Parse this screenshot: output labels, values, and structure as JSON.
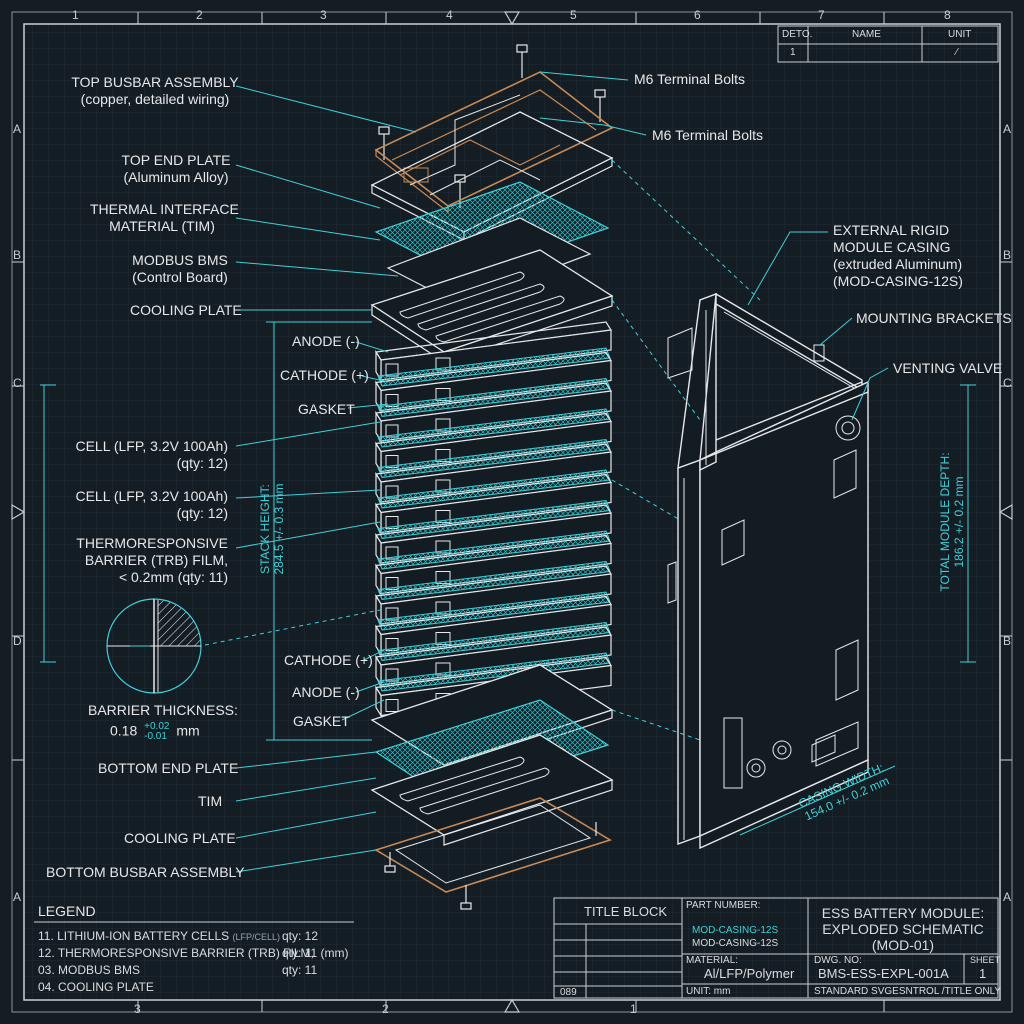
{
  "zones": {
    "top": [
      "1",
      "2",
      "3",
      "4",
      "5",
      "6",
      "7",
      "8"
    ],
    "bottom": [
      "3",
      "2",
      "1"
    ],
    "left": [
      "A",
      "B",
      "C",
      "D",
      "A"
    ],
    "right": [
      "A",
      "B",
      "C",
      "B",
      "A"
    ]
  },
  "revision_table": {
    "headers": [
      "DETO.",
      "NAME",
      "UNIT"
    ],
    "row": [
      "1",
      "",
      "⁄"
    ]
  },
  "left_labels": {
    "top_busbar": [
      "TOP BUSBAR ASSEMBLY",
      "(copper, detailed wiring)"
    ],
    "top_end_plate": [
      "TOP END PLATE",
      "(Aluminum Alloy)"
    ],
    "tim": [
      "THERMAL INTERFACE",
      "MATERIAL (TIM)"
    ],
    "bms": [
      "MODBUS BMS",
      "(Control Board)"
    ],
    "cooling_plate": "COOLING PLATE",
    "cell_a": [
      "CELL (LFP, 3.2V 100Ah)",
      "(qty: 12)"
    ],
    "cell_b": [
      "CELL (LFP, 3.2V 100Ah)",
      "(qty: 12)"
    ],
    "trb": [
      "THERMORESPONSIVE",
      "BARRIER (TRB) FILM,",
      "< 0.2mm (qty: 11)"
    ],
    "bottom_end_plate": "BOTTOM END PLATE",
    "tim_bottom": "TIM",
    "cooling_plate_bottom": "COOLING PLATE",
    "bottom_busbar": "BOTTOM BUSBAR ASSEMBLY"
  },
  "mid_labels": {
    "anode_top": "ANODE (-)",
    "cathode_top": "CATHODE (+)",
    "gasket_top": "GASKET",
    "cathode_bottom": "CATHODE (+)",
    "anode_bottom": "ANODE (-)",
    "gasket_bottom": "GASKET"
  },
  "right_labels": {
    "m6_a": "M6 Terminal Bolts",
    "m6_b": "M6 Terminal Bolts",
    "casing": [
      "EXTERNAL RIGID",
      "MODULE CASING",
      "(extruded Aluminum)",
      "(MOD-CASING-12S)"
    ],
    "mounting": "MOUNTING BRACKETS",
    "venting": "VENTING VALVE"
  },
  "dimensions": {
    "stack_height": [
      "STACK HEIGHT:",
      "284.5 +/- 0.3 mm"
    ],
    "module_depth": [
      "TOTAL MODULE DEPTH:",
      "186.2 +/- 0.2 mm"
    ],
    "casing_width": [
      "CASING WIDTH:",
      "154.0 +/- 0.2 mm"
    ]
  },
  "barrier": {
    "label": "BARRIER THICKNESS:",
    "value": "0.18",
    "tol_plus": "+0.02",
    "tol_minus": "-0.01",
    "unit": "mm"
  },
  "legend": {
    "title": "LEGEND",
    "items": [
      {
        "num": "11.",
        "name": "LITHIUM-ION BATTERY CELLS",
        "note": "(LFP/CELL)",
        "qty": "qty: 12"
      },
      {
        "num": "12.",
        "name": "THERMORESPONSIVE BARRIER (TRB) FILM,",
        "note": "",
        "qty": "qty: 11 (mm)"
      },
      {
        "num": "03.",
        "name": "MODBUS BMS",
        "note": "",
        "qty": "qty: 11"
      },
      {
        "num": "04.",
        "name": "COOLING PLATE",
        "note": "",
        "qty": ""
      }
    ]
  },
  "title_block": {
    "heading": "TITLE BLOCK",
    "part_number_label": "PART NUMBER:",
    "part_number_1": "MOD-CASING-12S",
    "part_number_2": "MOD-CASING-12S",
    "title": [
      "ESS BATTERY MODULE:",
      "EXPLODED SCHEMATIC",
      "(MOD-01)"
    ],
    "material_label": "MATERIAL:",
    "material": "Al/LFP/Polymer",
    "dwg_label": "DWG. NO:",
    "dwg": "BMS-ESS-EXPL-001A",
    "sheet_label": "SHEET",
    "sheet": "1",
    "unit": "UNIT: mm",
    "standard": "STANDARD SVGESNTROL /TITLE ONLY",
    "corner": "089"
  },
  "colors": {
    "background": "#151d24",
    "line": "#e6e8ea",
    "accent": "#3fd0d8",
    "copper": "#c98a55"
  }
}
